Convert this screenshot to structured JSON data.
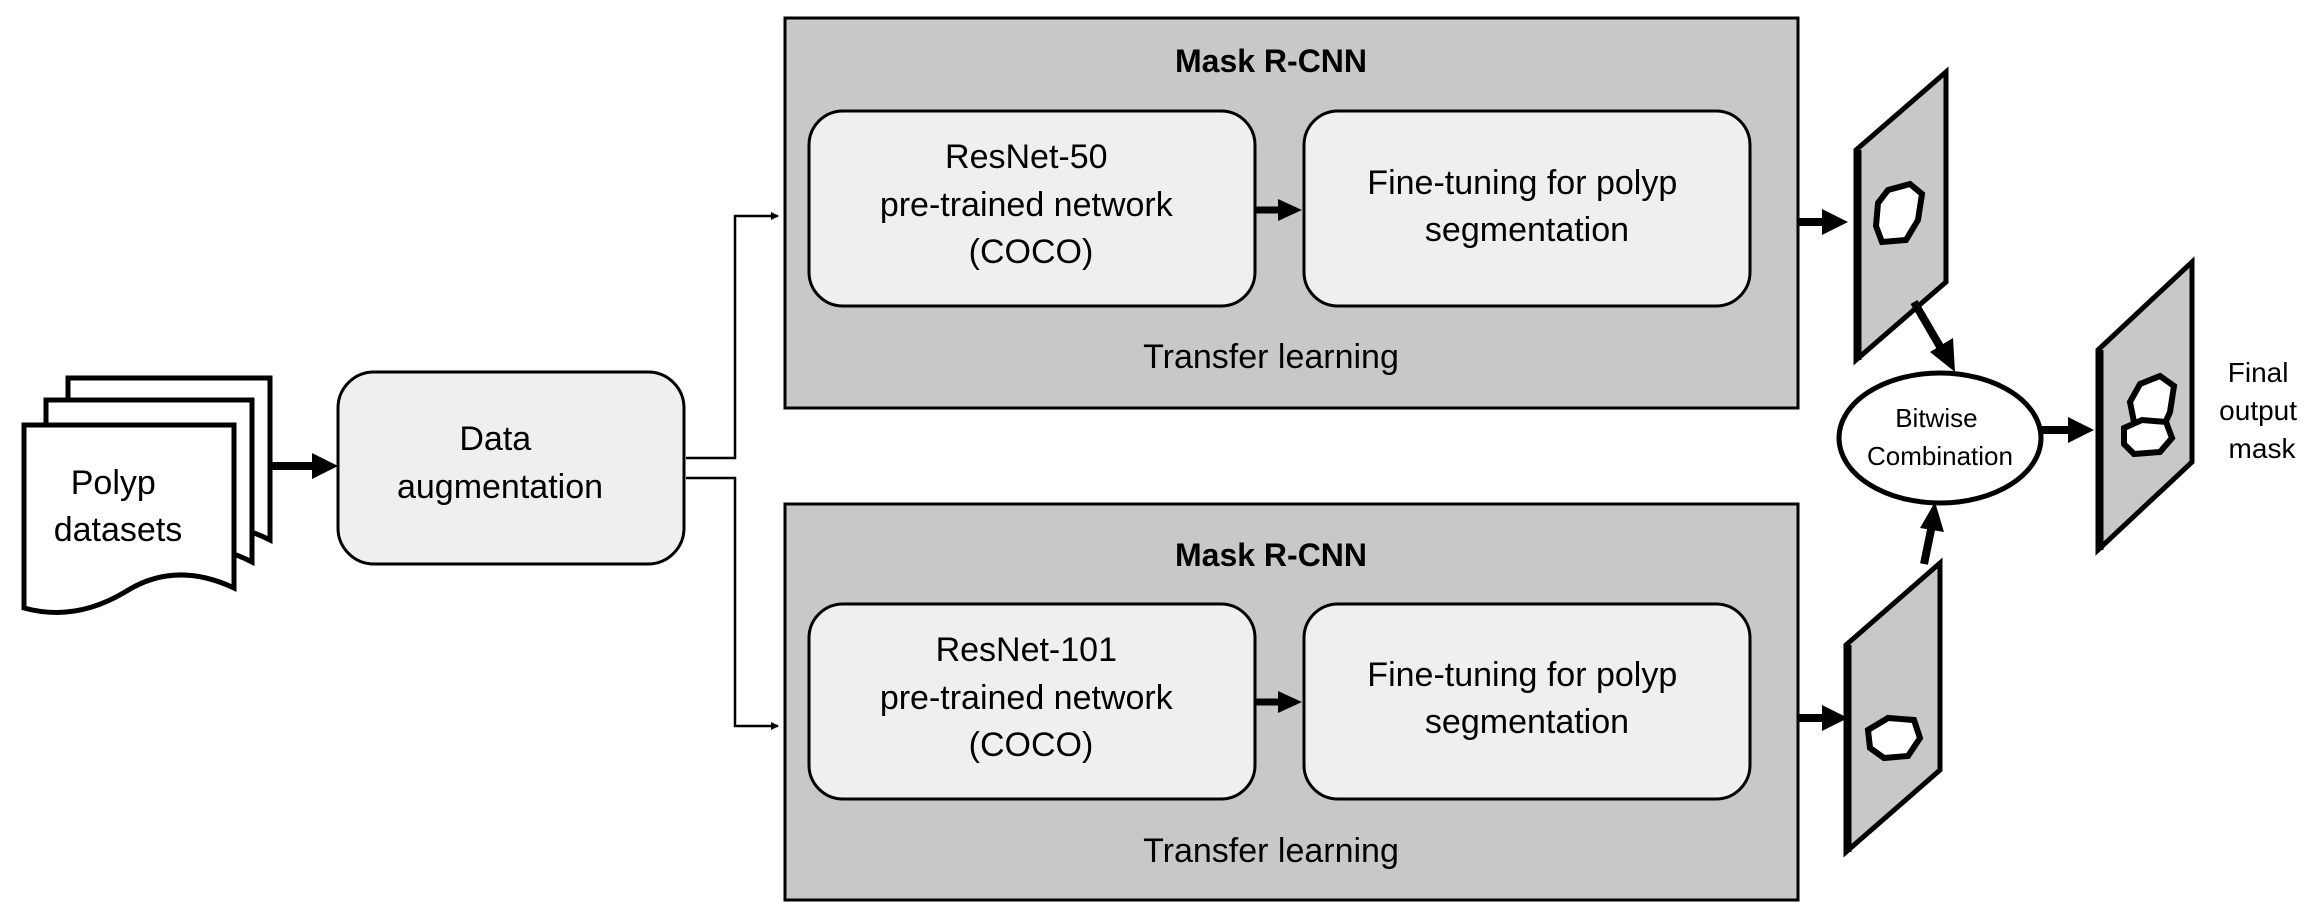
{
  "input": {
    "label_line1": "Polyp",
    "label_line2": "datasets"
  },
  "augmentation": {
    "label_line1": "Data",
    "label_line2": "augmentation"
  },
  "branches": [
    {
      "title": "Mask R-CNN",
      "backbone_line1": "ResNet-50",
      "backbone_line2": "pre-trained network",
      "backbone_line3": "(COCO)",
      "finetune_line1": "Fine-tuning for polyp",
      "finetune_line2": "segmentation",
      "footer": "Transfer learning"
    },
    {
      "title": "Mask R-CNN",
      "backbone_line1": "ResNet-101",
      "backbone_line2": "pre-trained network",
      "backbone_line3": "(COCO)",
      "finetune_line1": "Fine-tuning for polyp",
      "finetune_line2": "segmentation",
      "footer": "Transfer learning"
    }
  ],
  "combination": {
    "label_line1": "Bitwise",
    "label_line2": "Combination"
  },
  "output": {
    "label_line1": "Final",
    "label_line2": "output",
    "label_line3": "mask"
  },
  "colors": {
    "panel_fill": "#c8c8c8",
    "box_fill": "#efefef",
    "stroke": "#000000",
    "background": "#ffffff"
  }
}
